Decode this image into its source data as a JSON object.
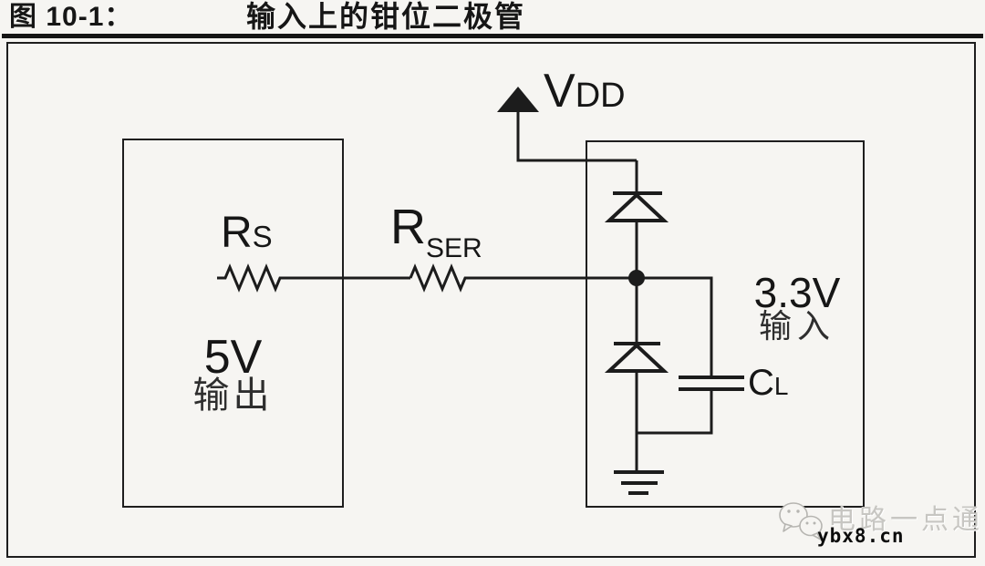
{
  "figure": {
    "label": "图 10-1：",
    "title": "输入上的钳位二极管"
  },
  "diagram": {
    "vdd": {
      "main": "V",
      "sub": "DD"
    },
    "rs": {
      "main": "R",
      "sub": "S"
    },
    "rser": {
      "main": "R",
      "sub": "SER"
    },
    "cl": {
      "main": "C",
      "sub": "L"
    },
    "source_box": {
      "voltage": "5V",
      "caption": "输出"
    },
    "input_box": {
      "voltage": "3.3V",
      "caption": "输入"
    }
  },
  "icons": {
    "vdd_arrow": "filled up-arrow power rail",
    "clamp_diode_top": "diode to VDD (triangle up, bar on top)",
    "clamp_diode_bottom": "diode to ground (triangle up, bar on top)",
    "load_capacitor": "two parallel plates",
    "ground": "three stacked shrinking bars",
    "junction_node": "filled dot",
    "watermark_logo": "wechat chat-bubbles"
  },
  "watermark": {
    "brand": "电路一点通",
    "url": "ybx8.cn"
  },
  "colors": {
    "line": "#1c1c1c",
    "background": "#f6f5f2",
    "watermark_gray": "#c7c6c2"
  }
}
